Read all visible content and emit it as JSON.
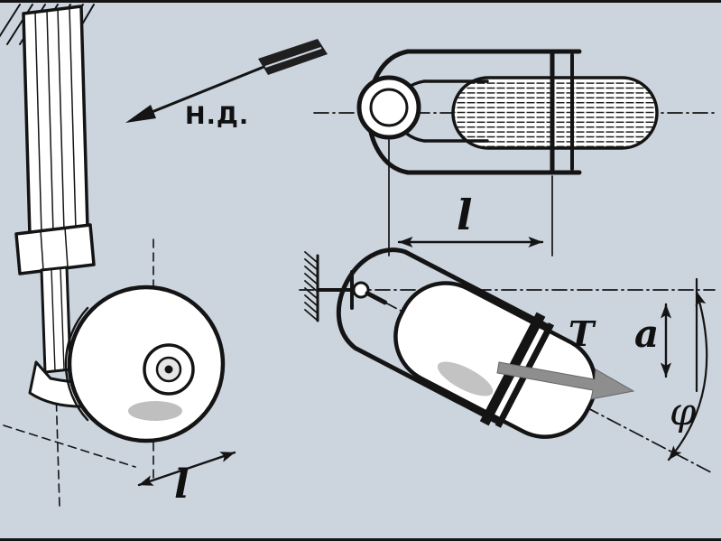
{
  "labels": {
    "direction": "Н.Д.",
    "dim_top_view": "l",
    "dim_front_view": "l",
    "force": "T",
    "trail": "a",
    "caster_angle": "φ"
  },
  "colors": {
    "background": "#ccd4de",
    "ink": "#141414",
    "force_arrow": "#8e8e8e",
    "shading": "#c3c3c3"
  }
}
